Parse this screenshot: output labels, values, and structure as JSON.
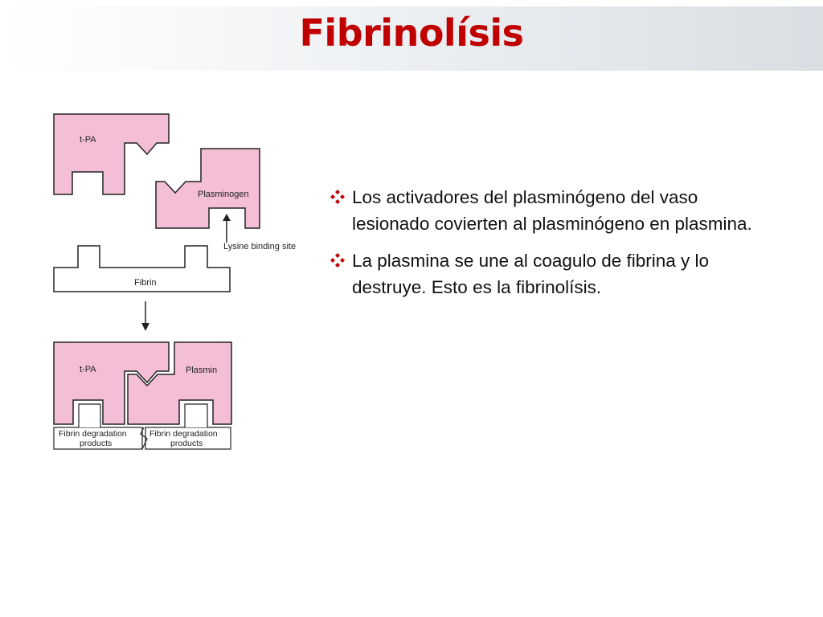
{
  "slide": {
    "title": "Fibrinolísis",
    "accent_color": "#c00000"
  },
  "diagram": {
    "tpa_label": "t-PA",
    "plasminogen_label": "Plasminogen",
    "lysine_label": "Lysine binding site",
    "fibrin_label": "Fibrin",
    "tpa_label_2": "t-PA",
    "plasmin_label": "Plasmin",
    "fdp_left_line1": "Fibrin degradation",
    "fdp_left_line2": "products",
    "fdp_right_line1": "Fibrin degradation",
    "fdp_right_line2": "products",
    "shape_fill": "#f4bed6",
    "bullet_icon": "diamond-bullet-icon"
  },
  "bullets": [
    "Los activadores del plasminógeno del vaso lesionado covierten al plasminógeno en plasmina.",
    "La plasmina se une al coagulo de fibrina y lo destruye. Esto es la fibrinolísis."
  ]
}
